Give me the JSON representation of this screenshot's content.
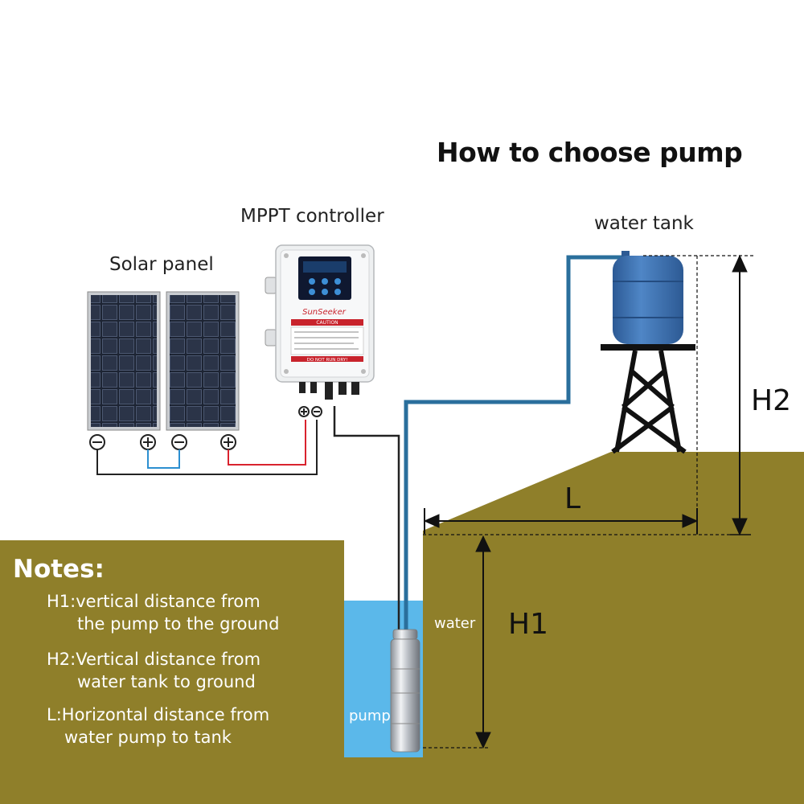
{
  "title": "How to choose pump",
  "labels": {
    "solar_panel": "Solar panel",
    "mppt_controller": "MPPT controller",
    "water_tank": "water tank",
    "water": "water",
    "pump": "pump",
    "h1": "H1",
    "h2": "H2",
    "l": "L"
  },
  "controller": {
    "brand": "SunSeeker",
    "caution": "CAUTION",
    "warning": "DO NOT RUN DRY!"
  },
  "notes": {
    "heading": "Notes:",
    "items": [
      {
        "line1": "H1:vertical distance from",
        "line2": "the pump to the ground"
      },
      {
        "line1": "H2:Vertical distance from",
        "line2": "water tank to ground"
      },
      {
        "line1": "L:Horizontal distance from",
        "line2": "water pump to tank"
      }
    ]
  },
  "colors": {
    "ground": "#8f7f2a",
    "water": "#5bb8ea",
    "pipe": "#2a6f9c",
    "tank": "#3b6fae",
    "wire_red": "#d9232e",
    "wire_blue": "#2c8fd0",
    "wire_black": "#222222"
  }
}
